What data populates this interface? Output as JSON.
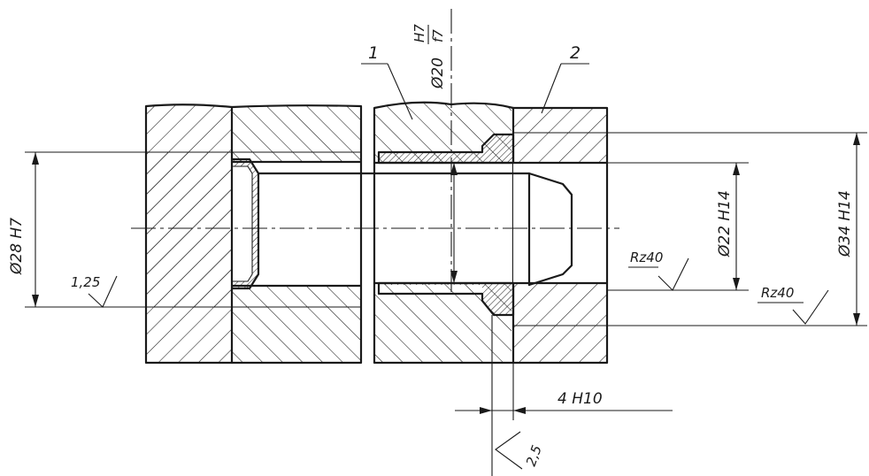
{
  "parts": {
    "part_1": "1",
    "part_2": "2"
  },
  "dimensions": {
    "d20_main": "Ø20",
    "d20_hole_fit": "H7",
    "d20_shaft_fit": "f7",
    "d28": "Ø28 H7",
    "d22": "Ø22 H14",
    "d34": "Ø34 H14",
    "width_4": "4 H10"
  },
  "roughness": {
    "left": "1,25",
    "inner": "Rz40",
    "outer": "Rz40",
    "bottom": "2,5"
  },
  "colors": {
    "ink": "#1a1a1a",
    "paper": "#ffffff"
  }
}
